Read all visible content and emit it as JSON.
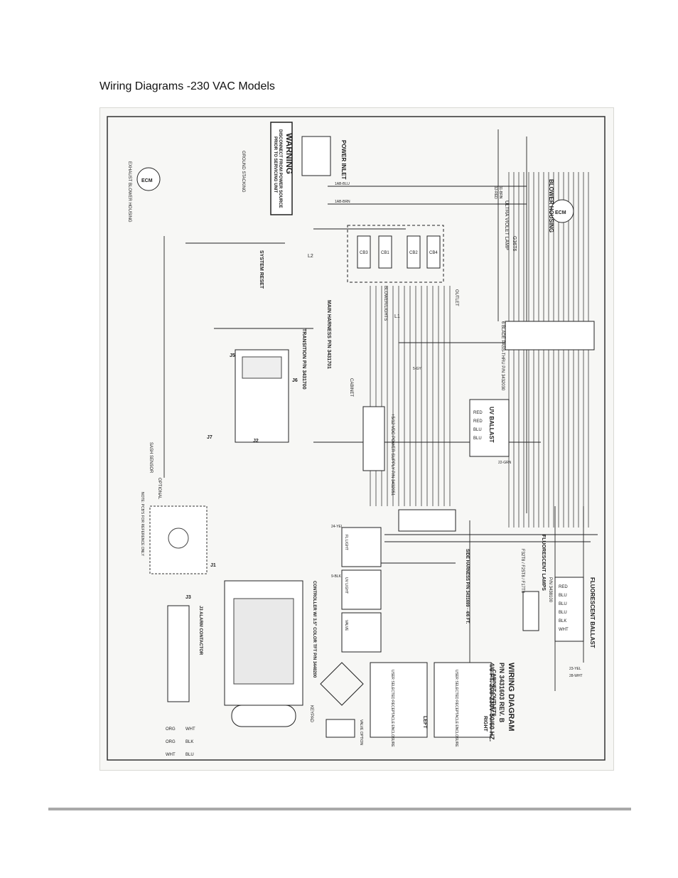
{
  "page": {
    "heading": "Wiring Diagrams -230 VAC Models"
  },
  "diagram": {
    "title_block": {
      "title": "WIRING DIAGRAM",
      "part": "P/N 3431603 REV. B",
      "spec": "4/6 FT. 208-230V 50/60 HZ."
    },
    "warning": {
      "title": "WARNING",
      "line1": "DISCONNECT FROM POWER SOURCE",
      "line2": "PRIOR TO SERVICING UNIT"
    },
    "labels": {
      "power_inlet": "POWER INLET",
      "blower_housing": "BLOWER HOUSING",
      "exhaust_blower_housing": "EXHAUST BLOWER HOUSING",
      "ground_stacking": "GROUND STACKING",
      "ultra_violet_lamp": "ULTRA VIOLET LAMP",
      "ballast_model": "G36T6",
      "main_harness": "MAIN HARNESS P/N 3431701",
      "transition": "TRANSITION P/N 3431700",
      "system_reset": "SYSTEM RESET",
      "blower_lights": "BLOWER/LIGHTS",
      "outlet": "OUTLET",
      "uv_ballast": "UV BALLAST",
      "pass_thru": "6 BLADE PASS-THRU P/N 3432030",
      "power_supply": "+5/12 VDC POWER SUPPLY P/N 3432051",
      "fluorescent_ballast": "FLUORESCENT BALLAST",
      "ballast_pn": "P/N 3438100",
      "fluorescent_lamps": "FLUORESCENT LAMPS",
      "lamp_type": "F32T8 / F25T8 / F17T8",
      "side_harness": "SIDE HARNESS P/N 3431699 - 4/6 FT.",
      "controller": "CONTROLLER W/ 3.5\" COLOR TFT P/N 3448200",
      "keypad": "KEYPAD",
      "alarm_contactor": "J3 ALARM CONTACTOR",
      "optional": "OPTIONAL",
      "note": "NOTE: PCB'S FOR REFERENCE ONLY",
      "cabinet_outlets": "CABINET OUTLETS",
      "right": "RIGHT",
      "left": "LEFT",
      "receptacle": "USER SELECTED RECEPTACLE ENCLOSURE",
      "valve_option": "VALVE OPTION",
      "ecm": "ECM",
      "sash_sensor": "SASH SENSOR",
      "cabinet": "CABINET",
      "l1": "L1",
      "l2": "L2"
    },
    "breakers": [
      "CB1",
      "CB2",
      "CB3",
      "CB4"
    ],
    "connectors": [
      "J1",
      "J2",
      "J3",
      "J5",
      "J6",
      "J7"
    ],
    "alarm_rows": [
      "ORG",
      "ORG",
      "WHT",
      "WHT",
      "BLK",
      "BLU"
    ],
    "ballast_colors": [
      "RED",
      "RED",
      "BLU",
      "BLU"
    ],
    "fl_ballast_colors": [
      "RED",
      "BLU",
      "BLU",
      "BLU",
      "BLK",
      "WHT"
    ],
    "relays": [
      "FL LIGHT",
      "UV LIGHT",
      "VALVE"
    ],
    "wire_codes": [
      "1AB-BLU",
      "1AB-BRN",
      "11-BRN",
      "12-RED",
      "5-GY",
      "22-GRN",
      "23-YEL",
      "24-YEL",
      "28-WHT",
      "9-BLK"
    ]
  }
}
